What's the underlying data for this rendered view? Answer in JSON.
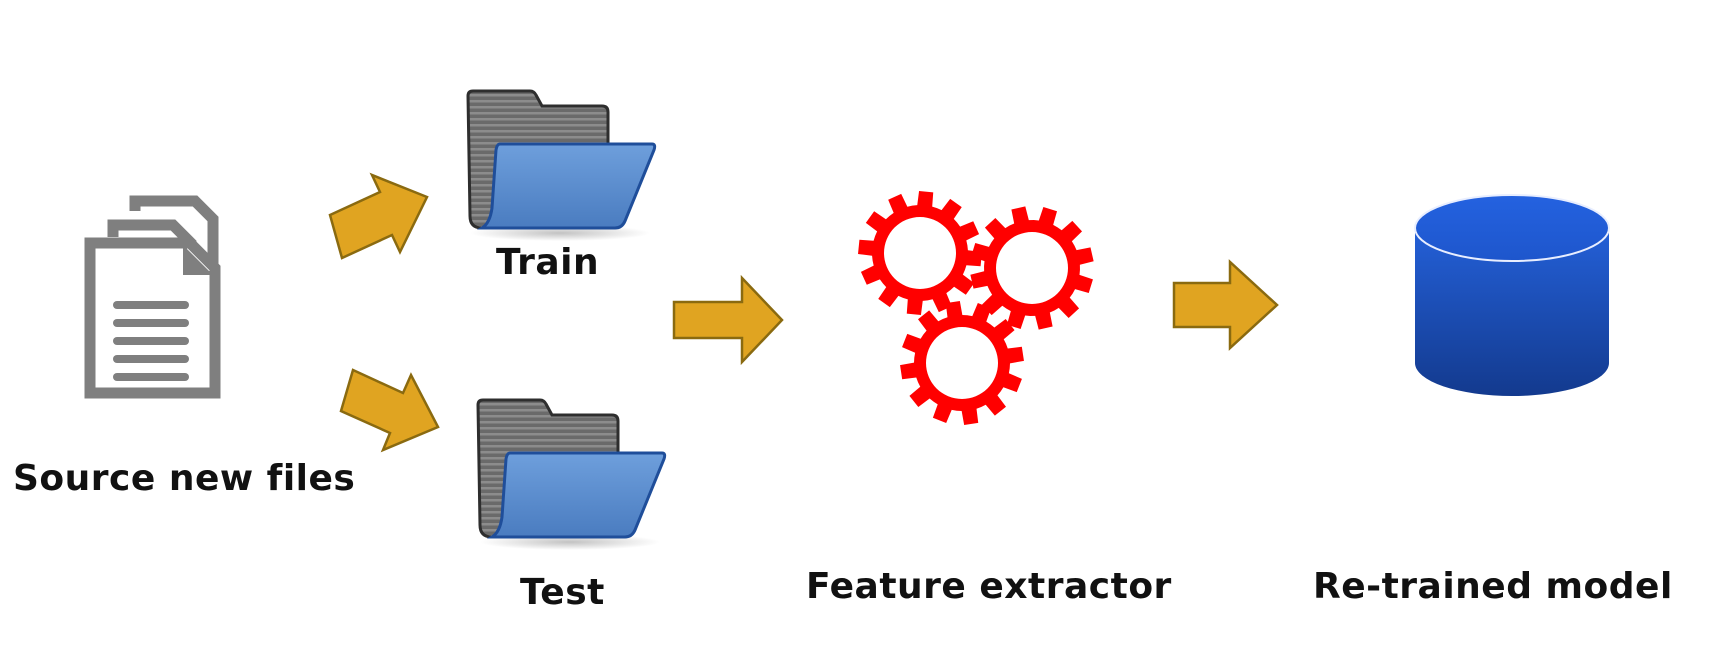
{
  "diagram": {
    "title": "",
    "nodes": [
      {
        "id": "source",
        "label": "Source new files",
        "icon": "documents-stack-icon"
      },
      {
        "id": "train",
        "label": "Train",
        "icon": "open-folder-icon"
      },
      {
        "id": "test",
        "label": "Test",
        "icon": "open-folder-icon"
      },
      {
        "id": "feature",
        "label": "Feature extractor",
        "icon": "gears-icon"
      },
      {
        "id": "model",
        "label": "Re-trained model",
        "icon": "database-cylinder-icon"
      }
    ],
    "edges": [
      {
        "from": "source",
        "to": "train"
      },
      {
        "from": "source",
        "to": "test"
      },
      {
        "from": "train",
        "to": "feature"
      },
      {
        "from": "test",
        "to": "feature"
      },
      {
        "from": "feature",
        "to": "model"
      }
    ]
  },
  "colors": {
    "arrow_fill": "#E0A421",
    "arrow_stroke": "#8A6A10",
    "documents": "#7F7F7F",
    "folder_front": "#5B8FD1",
    "folder_back": "#6E6E6E",
    "gears": "#FF0000",
    "cylinder_top": "#2060E0",
    "cylinder_bottom": "#123A8C",
    "text": "#111111"
  }
}
